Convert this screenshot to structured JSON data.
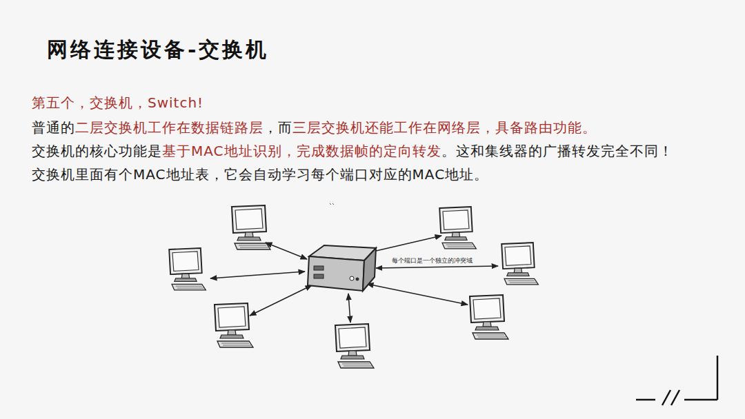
{
  "diagram": {
    "title": "网络连接设备-交换机",
    "labels": [
      "第五个，交换机，Switch!",
      "普通的",
      "二层交换机工作在数据链路层",
      "，而",
      "三层交换机还能工作在网络层，具备路由功能。",
      "交换机的核心功能是",
      "基于MAC地址识别，完成数据帧的定向转发",
      "。这和集线器的广播转发完全不同！",
      "交换机里面有个MAC地址表，它会自动学习每个端口对应的MAC地址。",
      "每个端口是一个独立的冲突域"
    ]
  }
}
